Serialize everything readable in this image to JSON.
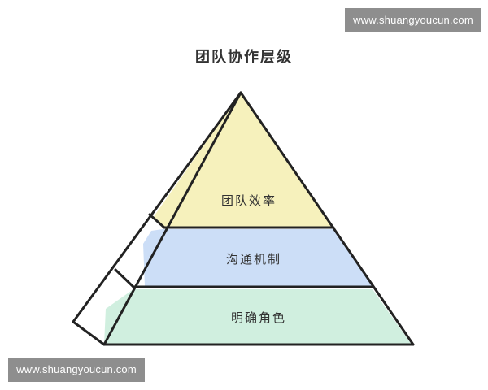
{
  "title": "团队协作层级",
  "watermark_top": "www.shuangyoucun.com",
  "watermark_bottom": "www.shuangyoucun.com",
  "tiers": [
    {
      "label": "团队效率",
      "color": "#f5f0b8"
    },
    {
      "label": "沟通机制",
      "color": "#c9dcf7"
    },
    {
      "label": "明确角色",
      "color": "#cdeedd"
    }
  ],
  "colors": {
    "outline": "#222222",
    "watermark_bg": "#8e8e8e"
  }
}
